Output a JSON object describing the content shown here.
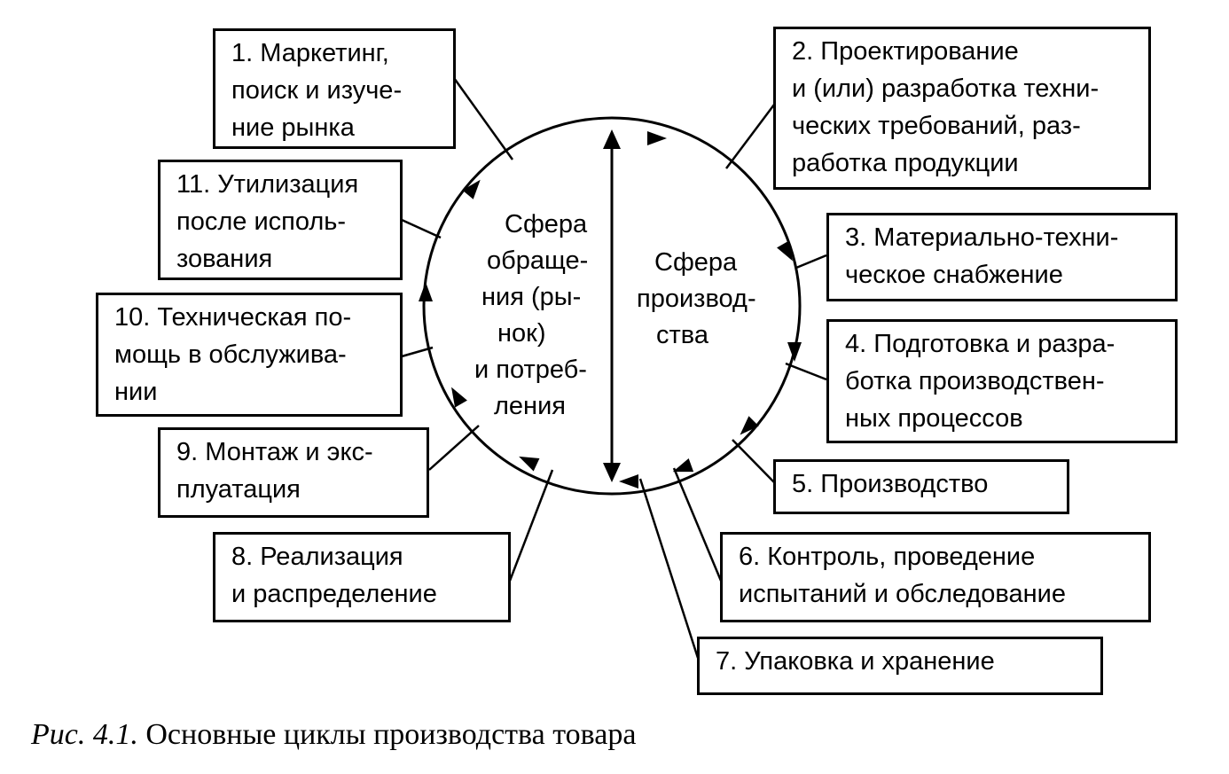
{
  "diagram": {
    "stages": [
      {
        "id": "s1",
        "lines": [
          "1. Маркетинг,",
          "поиск и изуче-",
          "ние рынка"
        ]
      },
      {
        "id": "s2",
        "lines": [
          "2. Проектирование",
          "и (или) разработка техни-",
          "ческих требований, раз-",
          "работка продукции"
        ]
      },
      {
        "id": "s3",
        "lines": [
          "3. Материально-техни-",
          "ческое снабжение"
        ]
      },
      {
        "id": "s4",
        "lines": [
          "4. Подготовка и разра-",
          "ботка производствен-",
          "ных процессов"
        ]
      },
      {
        "id": "s5",
        "lines": [
          "5. Производство"
        ]
      },
      {
        "id": "s6",
        "lines": [
          "6. Контроль,  проведение",
          "испытаний  и обследование"
        ]
      },
      {
        "id": "s7",
        "lines": [
          "7. Упаковка и хранение"
        ]
      },
      {
        "id": "s8",
        "lines": [
          "8. Реализация",
          "и распределение"
        ]
      },
      {
        "id": "s9",
        "lines": [
          "9. Монтаж и экс-",
          "плуатация"
        ]
      },
      {
        "id": "s10",
        "lines": [
          "10. Техническая по-",
          "мощь в обслужива-",
          "нии"
        ]
      },
      {
        "id": "s11",
        "lines": [
          "11. Утилизация",
          "после исполь-",
          "зования"
        ]
      }
    ],
    "sphere_left": {
      "lines": [
        "Сфера",
        "обраще-",
        "ния (ры-",
        "нок)",
        "и потреб-",
        "ления"
      ]
    },
    "sphere_right": {
      "lines": [
        "Сфера",
        "производ-",
        "ства"
      ]
    }
  },
  "caption": {
    "figure": "Рис. 4.1.",
    "text": "Основные циклы производства товара"
  }
}
